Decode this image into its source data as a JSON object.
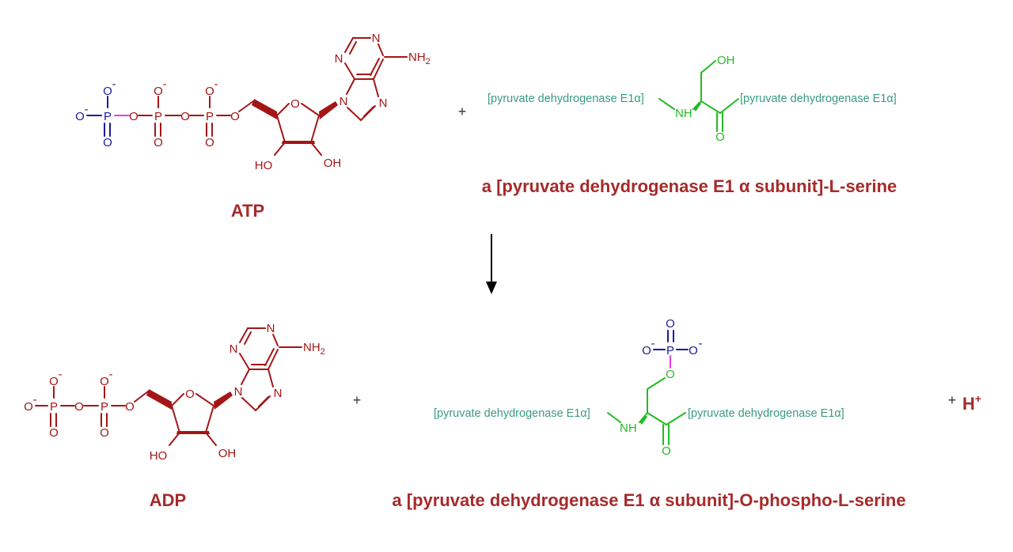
{
  "reactants": {
    "atp": {
      "name": "ATP",
      "labels": {
        "o_minus": "O",
        "p": "P",
        "o": "O",
        "o_ring": "O",
        "n": "N",
        "nh2": "NH",
        "nh2_sub": "2",
        "ho": "HO",
        "oh": "OH"
      }
    },
    "plus": "+",
    "serine": {
      "name": "a [pyruvate dehydrogenase E1 α subunit]-L-serine",
      "residue_left": "[pyruvate dehydrogenase E1α]",
      "residue_right": "[pyruvate dehydrogenase E1α]",
      "oh": "OH",
      "nh": "NH",
      "o": "O"
    }
  },
  "products": {
    "adp": {
      "name": "ADP"
    },
    "plus": "+",
    "phosphoserine": {
      "name": "a [pyruvate dehydrogenase E1 α subunit]-O-phospho-L-serine",
      "residue_left": "[pyruvate dehydrogenase E1α]",
      "residue_right": "[pyruvate dehydrogenase E1α]",
      "nh": "NH",
      "o": "O"
    },
    "plus2": "+",
    "proton": "H",
    "proton_charge": "+"
  },
  "charge_minus": "-",
  "arrow": "reaction-arrow",
  "colors": {
    "molecule": "#a31616",
    "phosphate_blue": "#1b1b9a",
    "phospho_bond": "#e040e0",
    "serine_green": "#22bb22",
    "residue_teal": "#3a9a83",
    "name": "#a62a2a"
  }
}
